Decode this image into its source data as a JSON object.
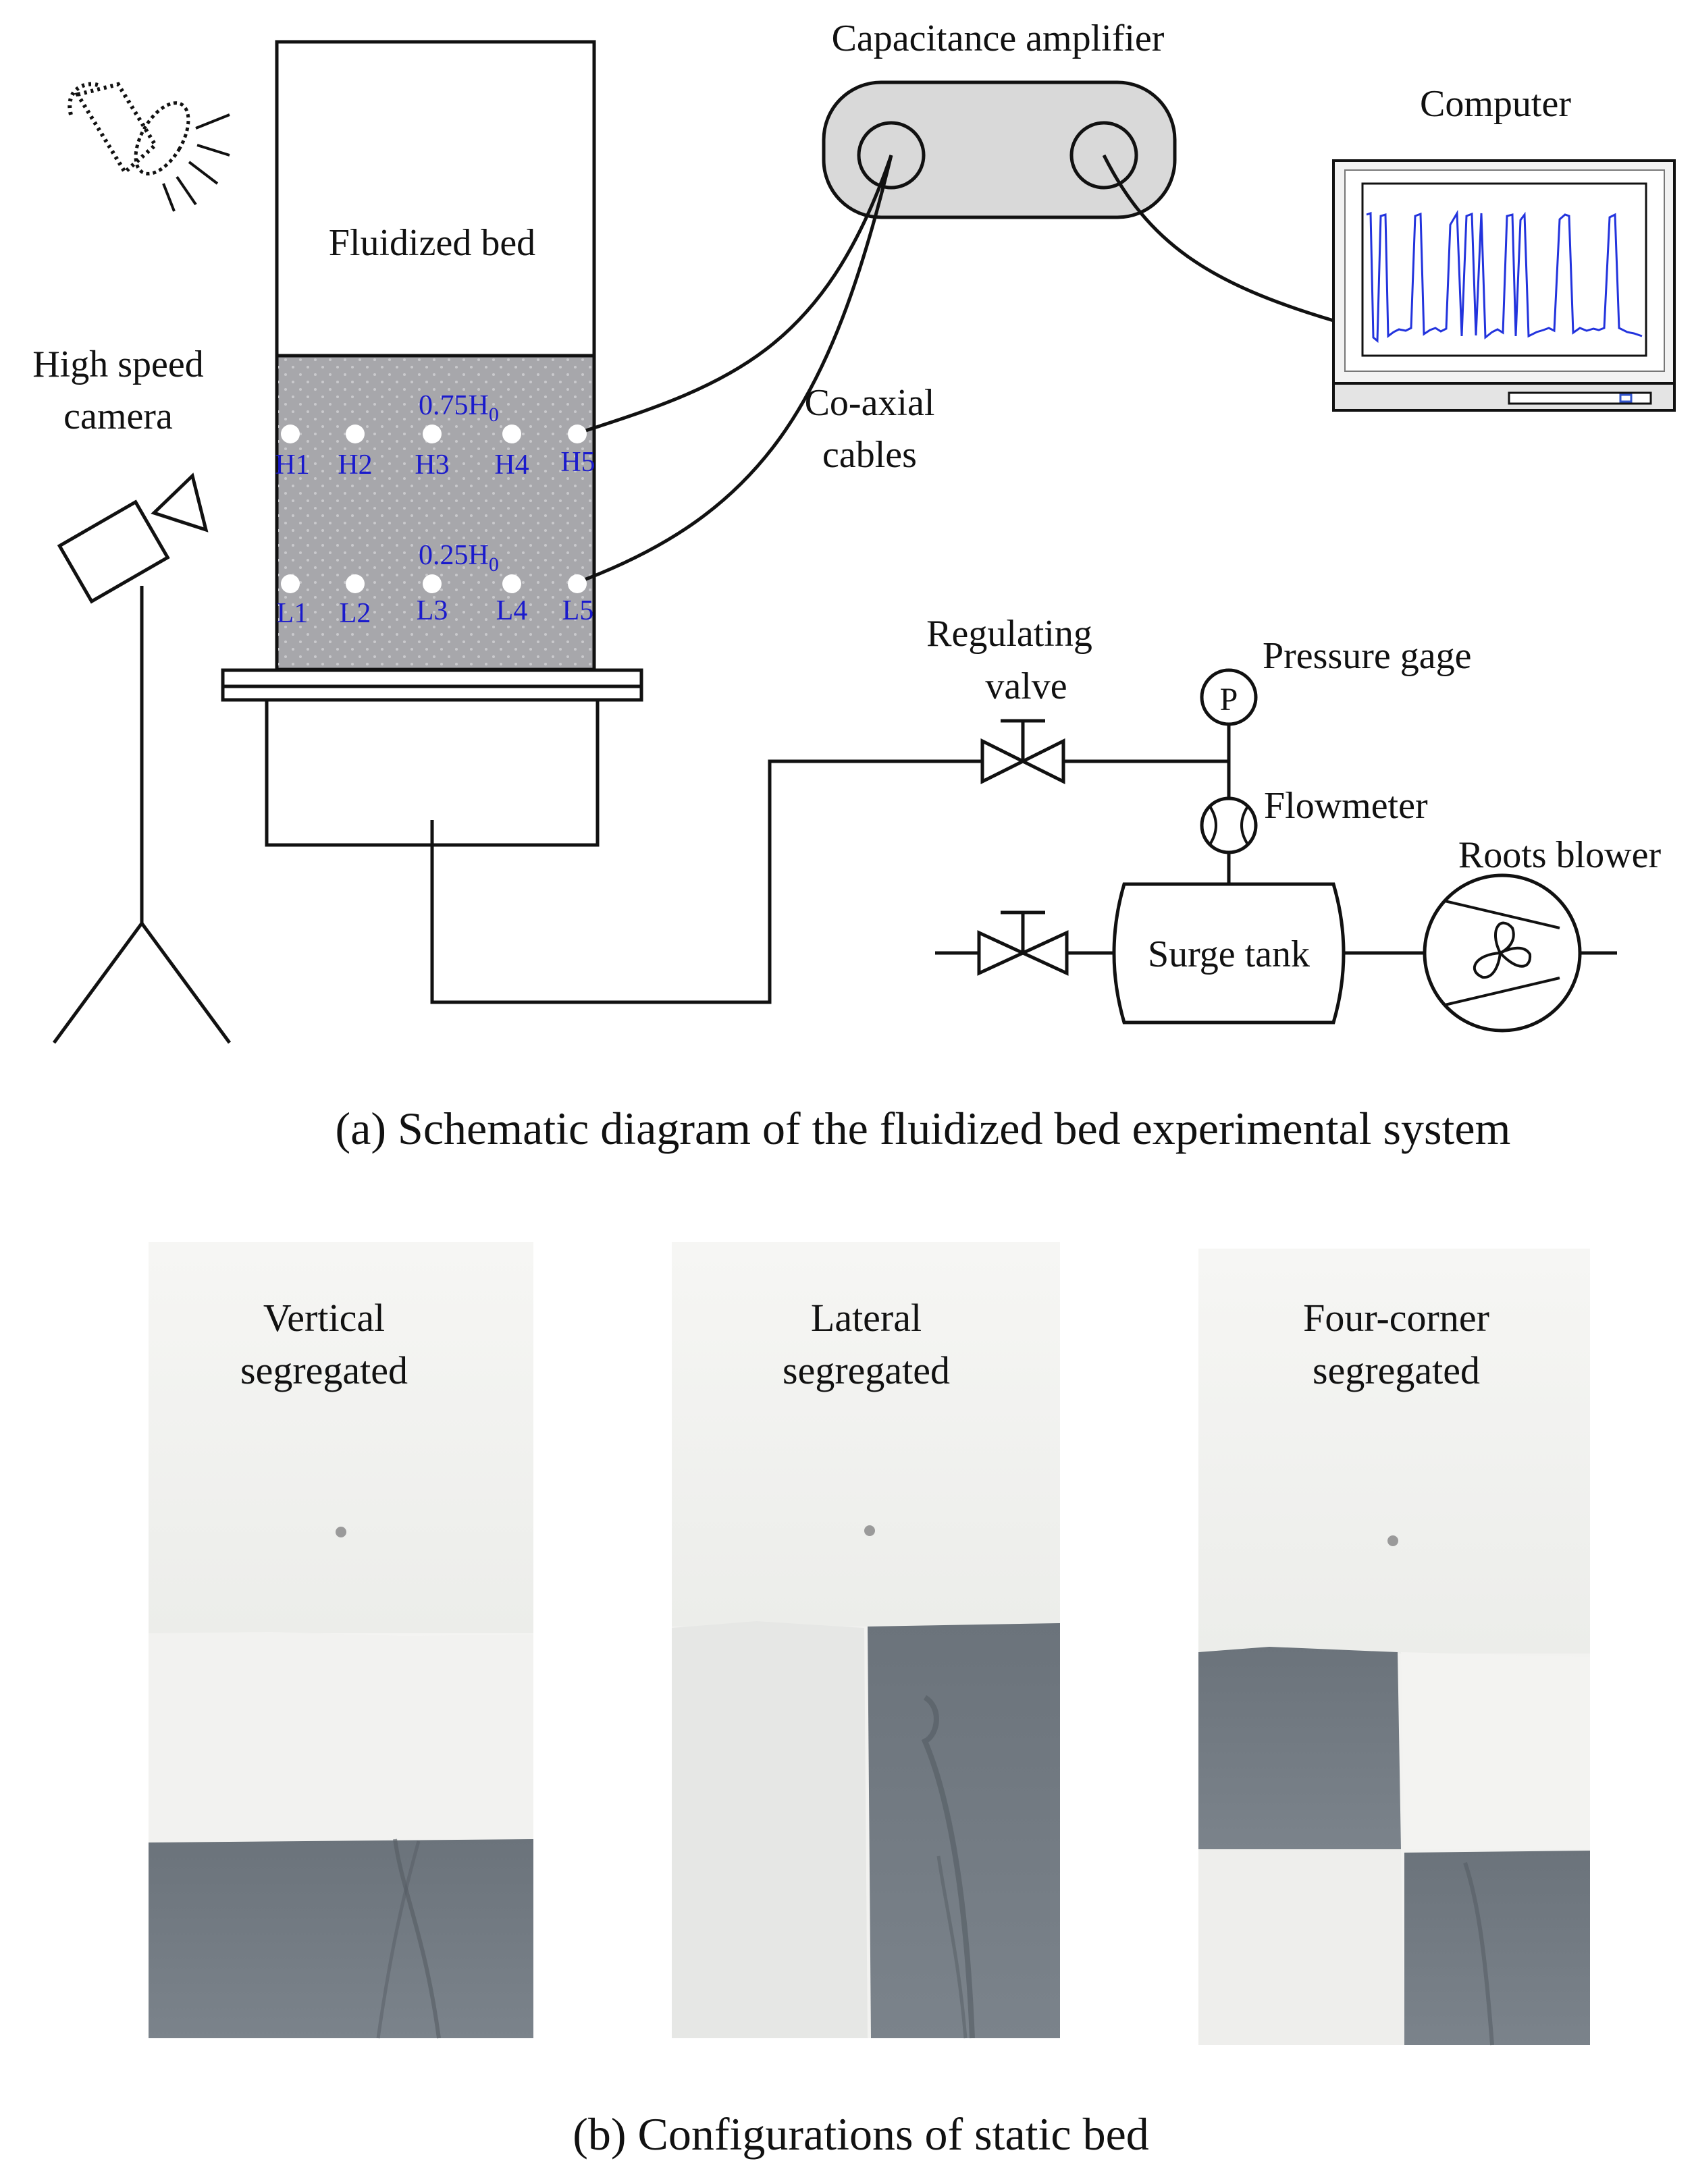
{
  "schematic": {
    "labels": {
      "capacitance_amplifier": "Capacitance amplifier",
      "computer": "Computer",
      "fluidized_bed": "Fluidized bed",
      "high_speed_camera_line1": "High speed",
      "high_speed_camera_line2": "camera",
      "coaxial_line1": "Co-axial",
      "coaxial_line2": "cables",
      "regulating_valve_line1": "Regulating",
      "regulating_valve_line2": "valve",
      "pressure_gage": "Pressure gage",
      "pressure_symbol": "P",
      "flowmeter": "Flowmeter",
      "roots_blower": "Roots blower",
      "surge_tank": "Surge tank"
    },
    "height_upper": {
      "base": "0.75H",
      "sub": "0"
    },
    "height_lower": {
      "base": "0.25H",
      "sub": "0"
    },
    "probes_upper": [
      "H1",
      "H2",
      "H3",
      "H4",
      "H5"
    ],
    "probes_lower": [
      "L1",
      "L2",
      "L3",
      "L4",
      "L5"
    ],
    "caption": "(a) Schematic diagram of the fluidized bed experimental system"
  },
  "photos": {
    "panels": [
      {
        "line1": "Vertical",
        "line2": "segregated"
      },
      {
        "line1": "Lateral",
        "line2": "segregated"
      },
      {
        "line1": "Four-corner",
        "line2": "segregated"
      }
    ],
    "caption": "(b) Configurations of  static bed"
  },
  "colors": {
    "line": "#111111",
    "probe_text": "#1a1acc",
    "bed_fill": "#a7a7ab",
    "amplifier_fill": "#d9d9d9",
    "signal": "#2233dd",
    "dark_particles": "#6c747b",
    "light_particles": "#f1f1ef"
  }
}
